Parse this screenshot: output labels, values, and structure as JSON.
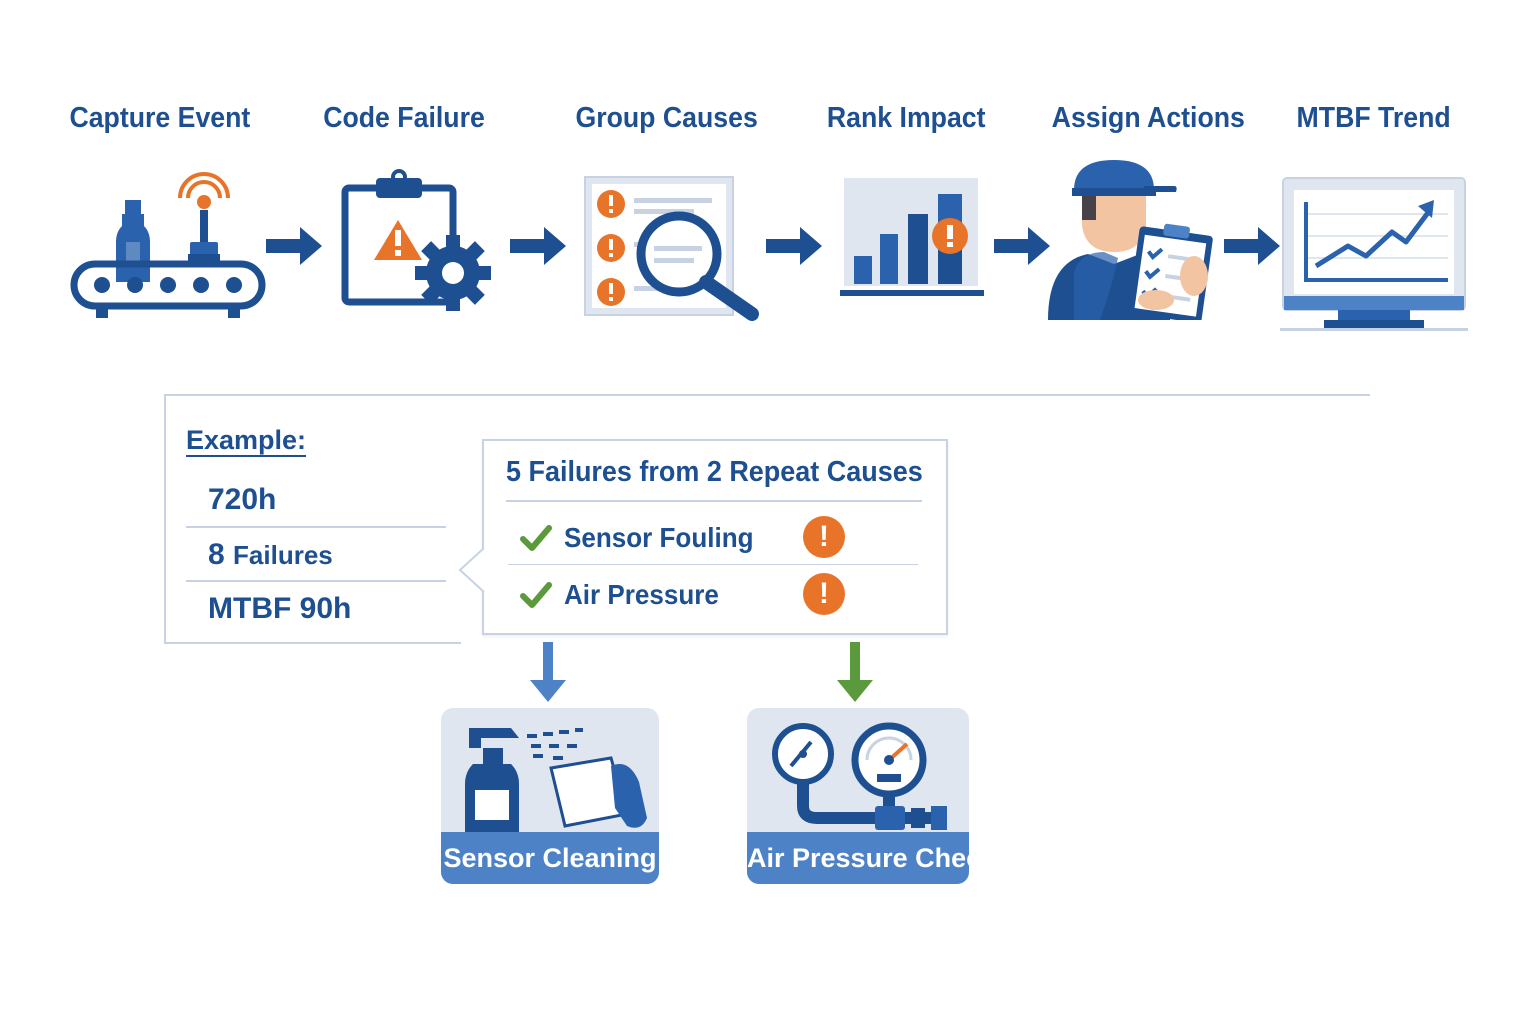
{
  "stages": [
    {
      "title": "Capture Event",
      "icon": "conveyor-sensor-icon"
    },
    {
      "title": "Code Failure",
      "icon": "clipboard-warning-gear-icon"
    },
    {
      "title": "Group Causes",
      "icon": "list-magnifier-icon"
    },
    {
      "title": "Rank Impact",
      "icon": "bar-chart-alert-icon"
    },
    {
      "title": "Assign Actions",
      "icon": "technician-checklist-icon"
    },
    {
      "title": "MTBF Trend",
      "icon": "monitor-trend-icon"
    }
  ],
  "example": {
    "heading": "Example:",
    "hours": "720h",
    "failures_number": "8",
    "failures_label": "Failures",
    "mtbf": "MTBF 90h"
  },
  "causes": {
    "title": "5 Failures from 2 Repeat Causes",
    "items": [
      {
        "label": "Sensor Fouling",
        "alert": "!"
      },
      {
        "label": "Air Pressure",
        "alert": "!"
      }
    ]
  },
  "actions": [
    {
      "label": "Sensor Cleaning",
      "icon": "spray-wipe-icon"
    },
    {
      "label": "Air Pressure Check",
      "icon": "pressure-gauges-icon"
    }
  ],
  "colors": {
    "primary": "#1d4f91",
    "accent_blue": "#4e82c6",
    "alert_orange": "#e8742a",
    "check_green": "#5a9a3c",
    "panel_gray": "#dfe6f0"
  }
}
